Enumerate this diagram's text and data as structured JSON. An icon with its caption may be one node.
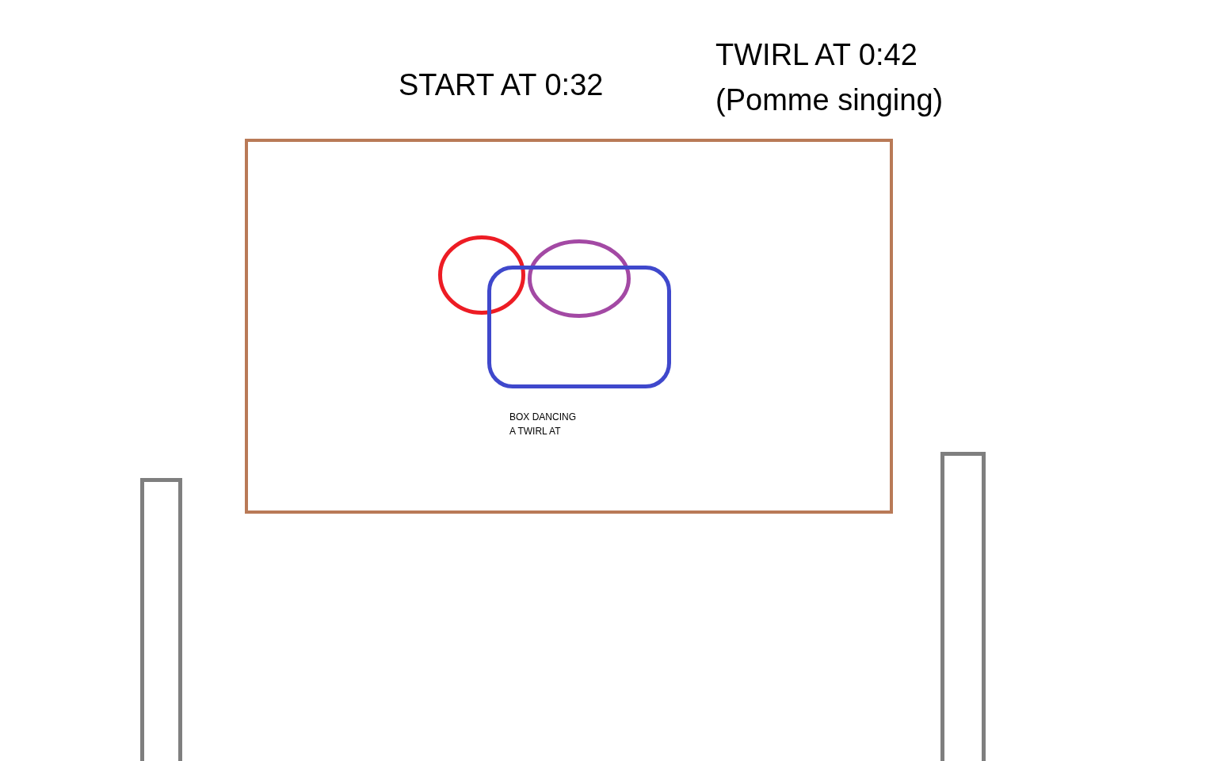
{
  "diagram": {
    "nodes": [
      {
        "text": [],
        "shape": "box"
      },
      {
        "text": [],
        "shape": "circle",
        "in": 0
      },
      {
        "text": [],
        "shape": "ellipse",
        "in": 0
      },
      {
        "text": [],
        "shape": "box",
        "in": 0,
        "beside": [
          "BOX DANCING A TWIRL AT"
        ]
      },
      {
        "text": [],
        "shape": "bar"
      },
      {
        "text": [],
        "shape": "bar"
      }
    ],
    "labels": [
      "START AT 0:32",
      "TWIRL AT 0:42 (Pomme singing)"
    ]
  }
}
